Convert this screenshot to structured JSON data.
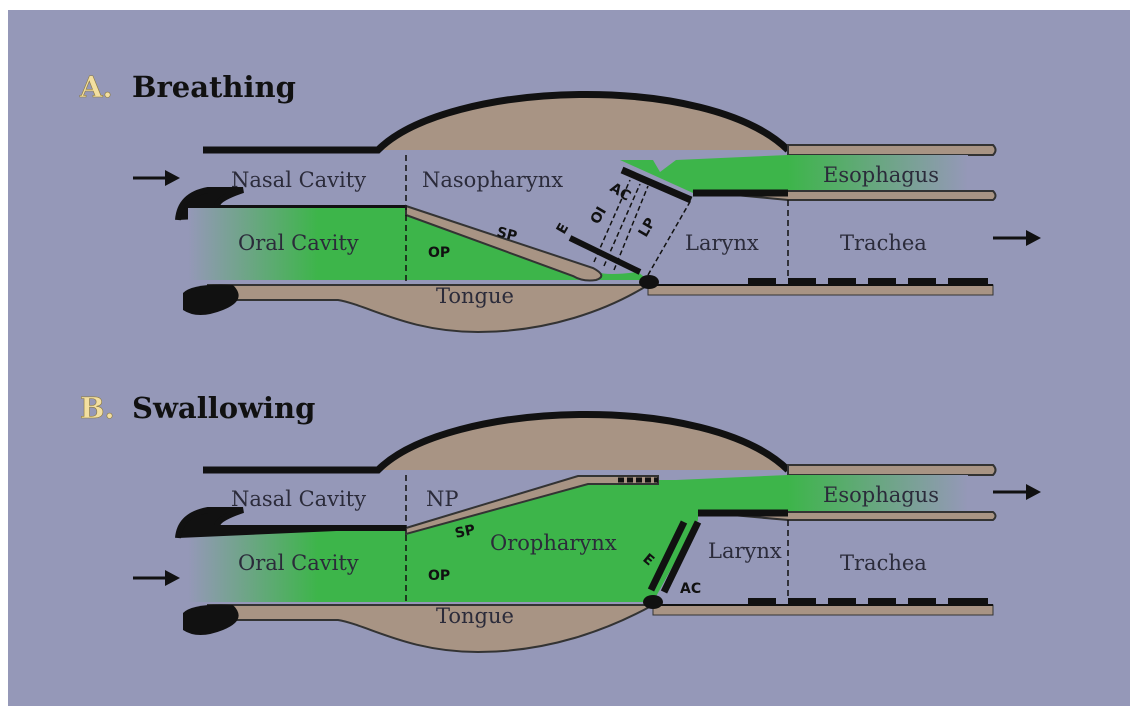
{
  "colors": {
    "background": "#9598b8",
    "tissue": "#a89484",
    "air_green": "#3db54a",
    "outline": "#111111",
    "heading_letter": "#f3dfa0"
  },
  "panel_a": {
    "letter": "A.",
    "title": "Breathing",
    "labels": {
      "nasal_cavity": "Nasal Cavity",
      "nasopharynx": "Nasopharynx",
      "esophagus": "Esophagus",
      "oral_cavity": "Oral Cavity",
      "op": "OP",
      "sp": "SP",
      "e": "E",
      "oi": "OI",
      "ac": "AC",
      "lp": "LP",
      "larynx": "Larynx",
      "trachea": "Trachea",
      "tongue": "Tongue"
    },
    "arrows": [
      "arrow-right-icon",
      "arrow-right-icon"
    ]
  },
  "panel_b": {
    "letter": "B.",
    "title": "Swallowing",
    "labels": {
      "nasal_cavity": "Nasal Cavity",
      "np": "NP",
      "esophagus": "Esophagus",
      "oral_cavity": "Oral Cavity",
      "op": "OP",
      "sp": "SP",
      "oropharynx": "Oropharynx",
      "e": "E",
      "larynx": "Larynx",
      "ac": "AC",
      "trachea": "Trachea",
      "tongue": "Tongue"
    },
    "arrows": [
      "arrow-right-icon",
      "arrow-right-icon"
    ]
  }
}
